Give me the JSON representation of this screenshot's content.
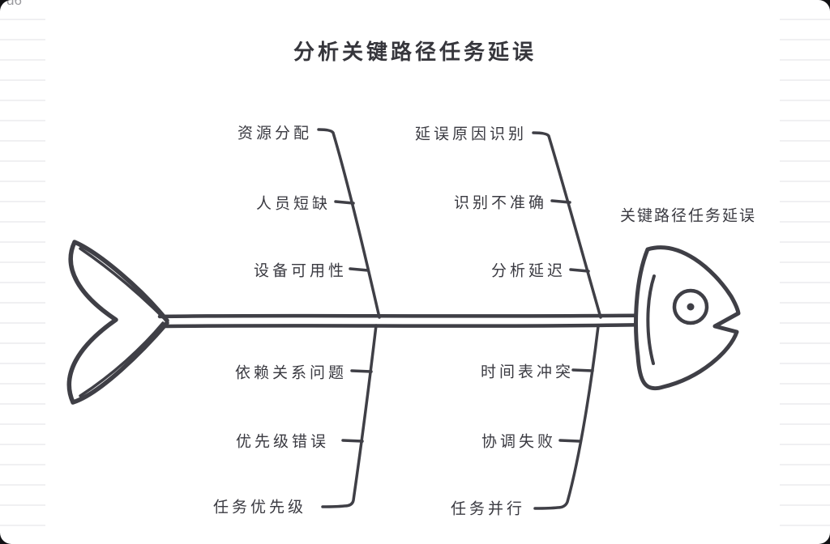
{
  "canvas": {
    "corner_fragment": "d6"
  },
  "title": "分析关键路径任务延误",
  "colors": {
    "ink": "#3f3f46",
    "paper": "#ffffff",
    "ruled_line": "#f0f0f2"
  },
  "fishbone": {
    "type": "ishikawa-diagram",
    "effect": "关键路径任务延误",
    "branches": [
      {
        "position": "top-left",
        "cause": "资源分配",
        "subs": [
          "人员短缺",
          "设备可用性"
        ]
      },
      {
        "position": "top-right",
        "cause": "延误原因识别",
        "subs": [
          "识别不准确",
          "分析延迟"
        ]
      },
      {
        "position": "bottom-left",
        "cause": "任务优先级",
        "subs": [
          "依赖关系问题",
          "优先级错误"
        ]
      },
      {
        "position": "bottom-right",
        "cause": "任务并行",
        "subs": [
          "时间表冲突",
          "协调失败"
        ]
      }
    ]
  }
}
